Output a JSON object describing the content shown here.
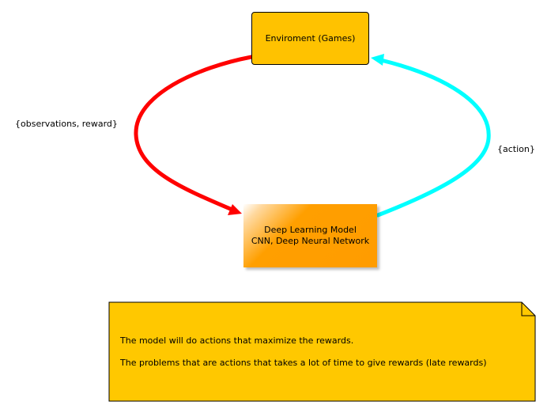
{
  "nodes": {
    "environment": {
      "label": "Enviroment (Games)",
      "fill": "#ffc200"
    },
    "model": {
      "line1": "Deep Learning Model",
      "line2": "CNN, Deep Neural Network",
      "fill": "#ff9c00"
    }
  },
  "edges": {
    "observations": {
      "label": "{observations, reward}",
      "color": "#ff0000"
    },
    "action": {
      "label": "{action}",
      "color": "#00ffff"
    }
  },
  "note": {
    "line1": "The model will do actions that maximize the rewards.",
    "line2": "The problems that are actions that takes a lot of time to give rewards (late rewards)",
    "fill": "#ffc800"
  }
}
